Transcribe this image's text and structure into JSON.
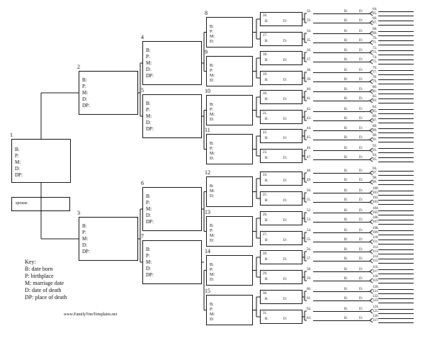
{
  "labels": {
    "B": "B:",
    "P": "P:",
    "M": "M:",
    "D": "D:",
    "DP": "DP:",
    "spouse": "spouse:"
  },
  "persons": [
    {
      "n": "1",
      "fields": [
        "B:",
        "P:",
        "M:",
        "D:",
        "DP:"
      ]
    },
    {
      "n": "2",
      "fields": [
        "B:",
        "P:",
        "M:",
        "D:",
        "DP:"
      ]
    },
    {
      "n": "3",
      "fields": [
        "B:",
        "P:",
        "M:",
        "D:",
        "DP:"
      ]
    },
    {
      "n": "4",
      "fields": [
        "B:",
        "P:",
        "M:",
        "D:",
        "DP:"
      ]
    },
    {
      "n": "5",
      "fields": [
        "B:",
        "P:",
        "M:",
        "D:",
        "DP:"
      ]
    },
    {
      "n": "6",
      "fields": [
        "B:",
        "P:",
        "M:",
        "D:",
        "DP:"
      ]
    },
    {
      "n": "7",
      "fields": [
        "B:",
        "P:",
        "M:",
        "D:",
        "DP:"
      ]
    },
    {
      "n": "8",
      "fields": [
        "B:",
        "P:",
        "M:",
        "D:"
      ]
    },
    {
      "n": "9",
      "fields": [
        "B:",
        "P:",
        "M:",
        "D:"
      ]
    },
    {
      "n": "10",
      "fields": [
        "B:",
        "P:",
        "M:",
        "D:"
      ]
    },
    {
      "n": "11",
      "fields": [
        "B:",
        "P:",
        "M:",
        "D:"
      ]
    },
    {
      "n": "12",
      "fields": [
        "B:",
        "M:",
        "D:"
      ]
    },
    {
      "n": "13",
      "fields": [
        "B:",
        "P:",
        "M:",
        "D:"
      ]
    },
    {
      "n": "14",
      "fields": [
        "B:",
        "P:",
        "M:",
        "D:"
      ]
    },
    {
      "n": "15",
      "fields": [
        "B:",
        "P:",
        "M:",
        "D:"
      ]
    }
  ],
  "gen5": [
    "16.",
    "17.",
    "18.",
    "19.",
    "20.",
    "21.",
    "22.",
    "23.",
    "24.",
    "25.",
    "26.",
    "27.",
    "28.",
    "29.",
    "30.",
    "31."
  ],
  "gen6": [
    "32.",
    "33.",
    "34.",
    "35.",
    "36.",
    "37.",
    "38.",
    "39.",
    "40.",
    "41.",
    "42.",
    "43.",
    "44.",
    "45.",
    "46.",
    "47.",
    "48.",
    "49.",
    "50.",
    "51.",
    "52.",
    "53.",
    "54.",
    "55.",
    "56.",
    "57.",
    "58.",
    "59.",
    "60.",
    "61.",
    "62.",
    "63."
  ],
  "gen7": [
    "64.",
    "65.",
    "66.",
    "67.",
    "68.",
    "69.",
    "70.",
    "71.",
    "72.",
    "73.",
    "74.",
    "75.",
    "76.",
    "77.",
    "78.",
    "79.",
    "80.",
    "81.",
    "82.",
    "83.",
    "84.",
    "85.",
    "86.",
    "87.",
    "88.",
    "89.",
    "90.",
    "91.",
    "92.",
    "93.",
    "94.",
    "95.",
    "96.",
    "97.",
    "98.",
    "99.",
    "100.",
    "101.",
    "102.",
    "103.",
    "104.",
    "105.",
    "106.",
    "107.",
    "108.",
    "109.",
    "110.",
    "111.",
    "112.",
    "113.",
    "114.",
    "115.",
    "116.",
    "117.",
    "118.",
    "119.",
    "120.",
    "121.",
    "122.",
    "123.",
    "124.",
    "125.",
    "126.",
    "127."
  ],
  "key": {
    "title": "Key:",
    "items": [
      "B: date born",
      "P: birthplace",
      "M: marriage date",
      "D: date of death",
      "DP: place of death"
    ]
  },
  "website": "www.FamilyTreeTemplates.net"
}
